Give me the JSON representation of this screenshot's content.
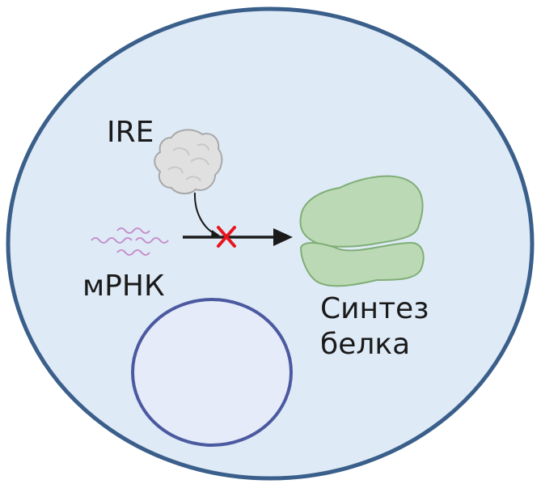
{
  "labels": {
    "ire": "IRE",
    "mrna": "мРНК",
    "protein_synthesis_line1": "Синтез",
    "protein_synthesis_line2": "белка"
  },
  "colors": {
    "cell_fill": "#dfeaf7",
    "cell_border": "#3a5f8a",
    "nucleus_fill": "#e6ebf9",
    "nucleus_border": "#4b5aa0",
    "ribosome_fill": "#bcd9b5",
    "ribosome_border": "#7fae76",
    "mrna": "#c490cc",
    "block_x": "#e8141c"
  }
}
